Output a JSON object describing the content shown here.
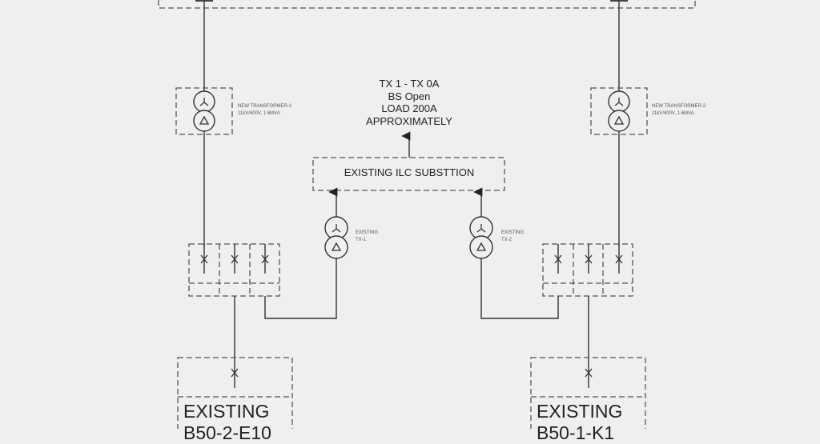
{
  "diagram": {
    "new_transformer_1": {
      "name": "NEW TRANSFORMER-1",
      "rating": "11kV/400V, 1.6MVA"
    },
    "new_transformer_2": {
      "name": "NEW TRANSFORMER-2",
      "rating": "11kV/400V, 1.6MVA"
    },
    "existing_tx_1": {
      "line1": "EXISTING",
      "line2": "TX-1"
    },
    "existing_tx_2": {
      "line1": "EXISTING",
      "line2": "TX-2"
    },
    "note": [
      "TX 1 - TX 0A",
      "BS Open",
      "LOAD 200A",
      "APPROXIMATELY"
    ],
    "ilc_substation": "EXISTING ILC SUBSTTION",
    "left_existing": {
      "line1": "EXISTING",
      "line2": "B50-2-E10"
    },
    "right_existing": {
      "line1": "EXISTING",
      "line2": "B50-1-K1"
    },
    "colors": {
      "background": "#efefef",
      "line": "#333333"
    }
  }
}
